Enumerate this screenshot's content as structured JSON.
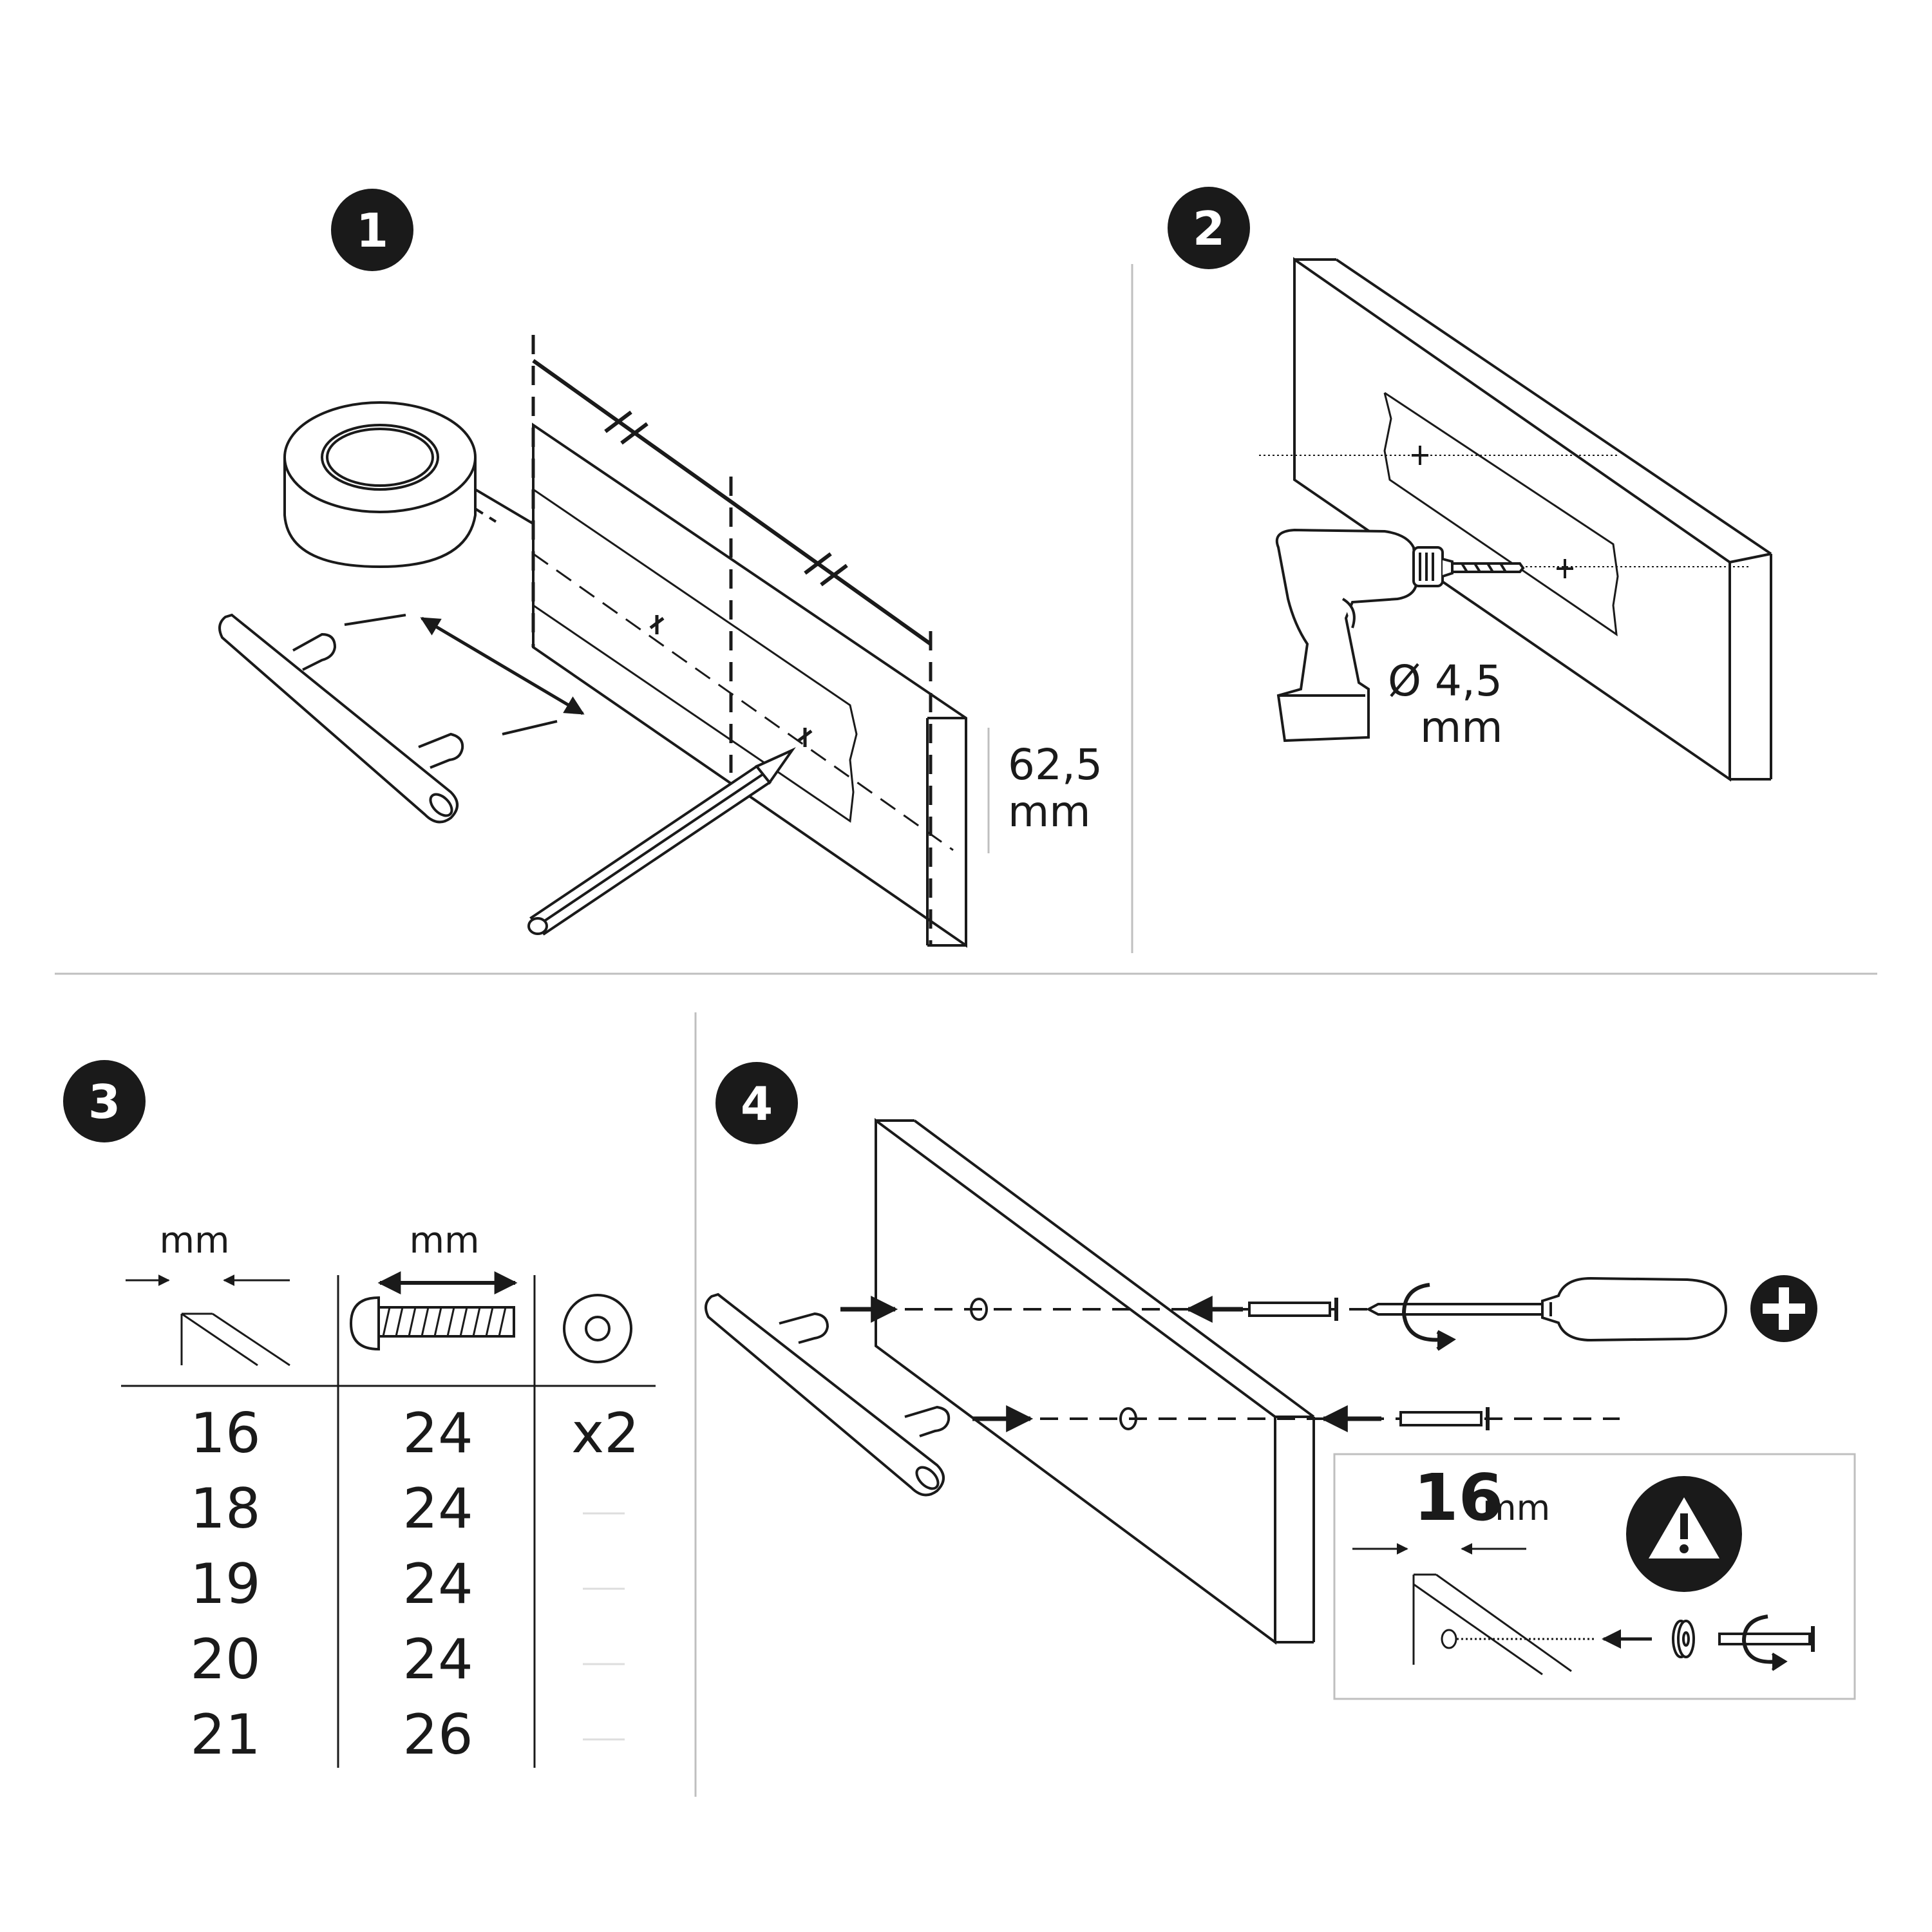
{
  "steps": {
    "step1": {
      "number": "1",
      "dimension_value": "62,5",
      "dimension_unit": "mm"
    },
    "step2": {
      "number": "2",
      "drill_diameter": "Ø 4,5",
      "drill_unit": "mm"
    },
    "step3": {
      "number": "3",
      "header_thickness_unit": "mm",
      "header_screw_unit": "mm",
      "quantity": "x2",
      "rows": [
        {
          "thickness": "16",
          "screw": "24"
        },
        {
          "thickness": "18",
          "screw": "24"
        },
        {
          "thickness": "19",
          "screw": "24"
        },
        {
          "thickness": "20",
          "screw": "24"
        },
        {
          "thickness": "21",
          "screw": "26"
        }
      ]
    },
    "step4": {
      "number": "4",
      "note_value": "16",
      "note_unit": "mm",
      "warning_icon": "warning-triangle-icon",
      "screwdriver_type": "phillips-plus-icon"
    }
  },
  "colors": {
    "ink": "#1a1a1a",
    "divider": "#bfbfbf",
    "paper": "#ffffff"
  }
}
